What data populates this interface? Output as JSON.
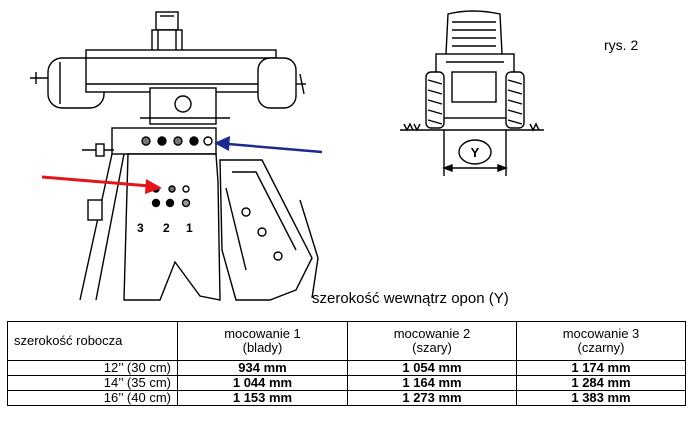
{
  "figure_label": "rys. 2",
  "caption": "szerokość wewnątrz opon (Y)",
  "dimension_symbol": "Y",
  "positions": [
    "3",
    "2",
    "1"
  ],
  "colors": {
    "red_arrow": "#e3141b",
    "blue_arrow": "#1c2a8f",
    "line": "#000000"
  },
  "table": {
    "headers": [
      [
        "szerokość robocza"
      ],
      [
        "mocowanie 1",
        "(blady)"
      ],
      [
        "mocowanie 2",
        "(szary)"
      ],
      [
        "mocowanie 3",
        "(czarny)"
      ]
    ],
    "rows": [
      [
        "12’’ (30 cm)",
        "934 mm",
        "1 054 mm",
        "1 174 mm"
      ],
      [
        "14’’ (35 cm)",
        "1 044 mm",
        "1 164 mm",
        "1 284 mm"
      ],
      [
        "16’’ (40 cm)",
        "1 153 mm",
        "1 273 mm",
        "1 383 mm"
      ]
    ]
  }
}
